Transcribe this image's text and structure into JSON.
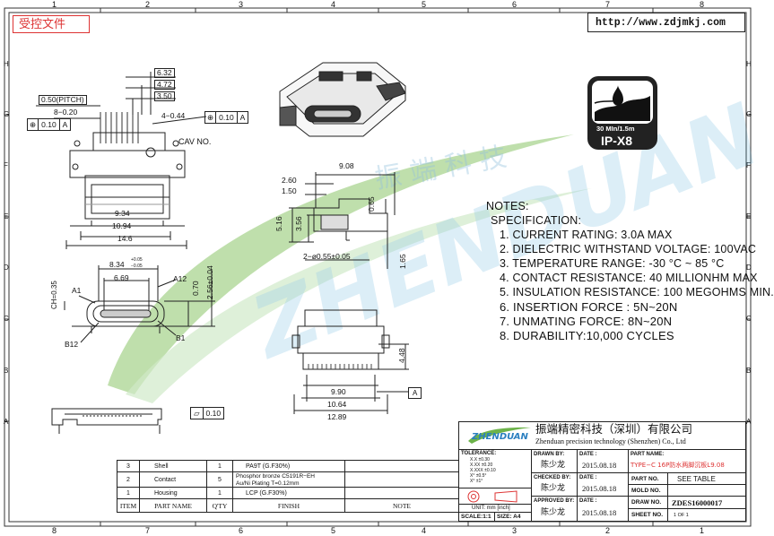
{
  "stamp": "受控文件",
  "website": "http://www.zdjmkj.com",
  "watermark": {
    "brand": "ZHENDUAN",
    "cn": "振端科技"
  },
  "grid": {
    "top": [
      "1",
      "2",
      "3",
      "4",
      "5",
      "6",
      "7",
      "8"
    ],
    "bottom": [
      "8",
      "7",
      "6",
      "5",
      "4",
      "3",
      "2",
      "1"
    ],
    "left": [
      "H",
      "G",
      "F",
      "E",
      "D",
      "C",
      "B",
      "A"
    ],
    "right": [
      "H",
      "G",
      "F",
      "E",
      "D",
      "C",
      "B",
      "A"
    ]
  },
  "badge": {
    "rating": "30 MIn/1.5m",
    "code": "IP-X8"
  },
  "top_view": {
    "d1": "6.32",
    "d2": "4.72",
    "d3": "3.50",
    "pitch": "0.50(PITCH)",
    "pins": "8−0.20",
    "fcf_left": "0.10",
    "fcf_left_ref": "A",
    "holes": "4−0.44",
    "fcf_right": "0.10",
    "fcf_right_ref": "A",
    "cav": "CAV NO.",
    "w1": "9.34",
    "w2": "10.94",
    "w3": "14.6"
  },
  "side_view": {
    "w": "9.08",
    "a": "2.60",
    "b": "1.50",
    "h1": "5.16",
    "h2": "3.56",
    "t": "0.65",
    "pins": "2−ø0.55±0.05",
    "h3": "1.65"
  },
  "front_view": {
    "w_top": "8.34",
    "tol_plus": "+0.05",
    "tol_minus": "−0.05",
    "w_in": "6.69",
    "ch": "CH=0.35",
    "a1": "A1",
    "a12": "A12",
    "b12": "B12",
    "b1": "B1",
    "h_a": "0.70",
    "h_b": "2.56±0.04"
  },
  "bottom_view": {
    "h": "4.48",
    "w1": "9.90",
    "w2": "10.64",
    "w3": "12.89",
    "datum": "A"
  },
  "flat_view": {
    "flatness": "0.10"
  },
  "notes": {
    "title": "NOTES:",
    "spec": "SPECIFICATION:",
    "items": [
      "1. CURRENT RATING: 3.0A MAX",
      "2. DIELECTRIC WITHSTAND VOLTAGE: 100VAC",
      "3. TEMPERATURE RANGE: -30 °C ~ 85 °C",
      "4. CONTACT RESISTANCE: 40 MILLIONHM MAX",
      "5. INSULATION RESISTANCE: 100 MEGOHMS MIN.",
      "6.  INSERTION  FORCE  :  5N~20N",
      "7.  UNMATING  FORCE:  8N~20N",
      "8.  DURABILITY:10,000  CYCLES"
    ]
  },
  "bom": {
    "rows": [
      {
        "item": "3",
        "part": "Shell",
        "qty": "1",
        "finish": "PA9T (G.F30%)"
      },
      {
        "item": "2",
        "part": "Contact",
        "qty": "5",
        "finish": "Phosphor  bronze  C5191R−EH\nAu/Ni  Plating  T=0.12mm"
      },
      {
        "item": "1",
        "part": "Housing",
        "qty": "1",
        "finish": "LCP (G.F30%)"
      }
    ],
    "headers": [
      "ITEM",
      "PART   NAME",
      "Q'TY",
      "FINISH",
      "NOTE"
    ]
  },
  "title_block": {
    "logo": "ZHENDUAN",
    "company_cn": "振端精密科技（深圳）有限公司",
    "company_en": "Zhenduan precision technology (Shenzhen) Co., Ltd",
    "tolerance_label": "TOLERANCE:",
    "tolerance": [
      "X.X  ±0.30",
      "X.XX  ±0.20",
      "X.XXX  ±0.10",
      "X°  ±0.5°",
      "X°  ±1°"
    ],
    "drawn_label": "DRAWN BY:",
    "drawn_by": "陈少龙",
    "checked_label": "CHECKED BY:",
    "checked_by": "陈少龙",
    "approved_label": "APPROVED BY:",
    "approved_by": "陈少龙",
    "date_label": "DATE :",
    "date": "2015.08.18",
    "part_name_label": "PART NAME:",
    "part_name": "TYPE−C 16P防水两脚沉板L9.08",
    "part_no_label": "PART NO.",
    "part_no": "SEE  TABLE",
    "mold_label": "MOLD NO.",
    "mold_no": "",
    "draw_label": "DRAW NO.",
    "draw_no": "ZDES16000017",
    "sheet_label": "SHEET NO.",
    "sheet_no": "1 OF 1",
    "unit": "UNIT:  mm  [inch]",
    "scale": "SCALE:1:1",
    "size": "SIZE: A4"
  }
}
